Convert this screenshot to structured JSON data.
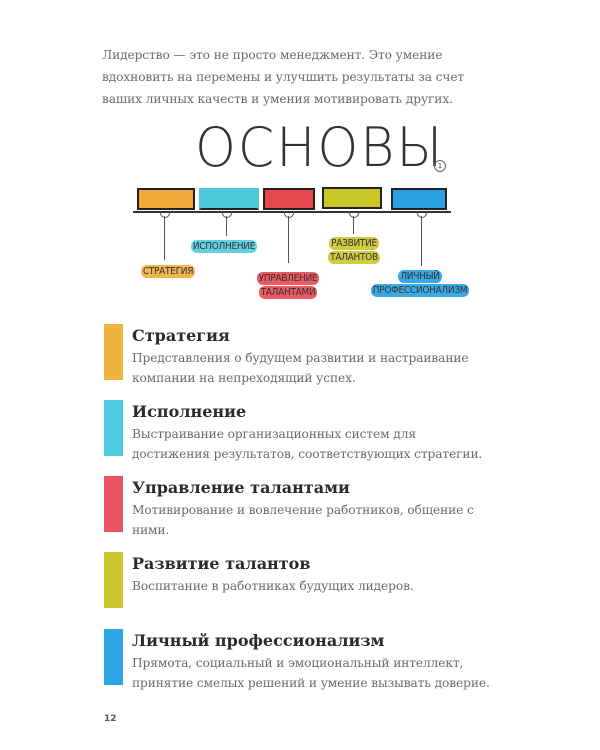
{
  "intro_text": "Лидерство — это не просто менеджмент. Это умение вдохновить на перемены и улучшить результаты за счет ваших личных качеств и умения мотивировать других.",
  "diagram": {
    "title": "ОСНОВЫ",
    "footnote_mark": "1",
    "boxes": [
      {
        "label": "Стратегия",
        "color": "#f2a93b"
      },
      {
        "label": "Исполнение",
        "color": "#4fc8dc"
      },
      {
        "label": "Управление талантами",
        "color": "#e8474f"
      },
      {
        "label": "Развитие талантов",
        "color": "#c9c62a"
      },
      {
        "label": "Личный профессионализм",
        "color": "#2aa0e0"
      }
    ],
    "labels": {
      "strategy": "Стратегия",
      "execution": "Исполнение",
      "talent_mgmt_1": "Управление",
      "talent_mgmt_2": "талантами",
      "talent_dev_1": "Развитие",
      "talent_dev_2": "талантов",
      "personal_1": "Личный",
      "personal_2": "профессионализм"
    }
  },
  "items": [
    {
      "title": "Стратегия",
      "description": "Представления о будущем развитии и настраивание компании на непреходящий успех.",
      "color": "#f0b33f"
    },
    {
      "title": "Исполнение",
      "description": "Выстраивание организационных систем для достижения результатов, соответствующих стратегии.",
      "color": "#4fcbe0"
    },
    {
      "title": "Управление талантами",
      "description": "Мотивирование и вовлечение работников, общение с ними.",
      "color": "#ea5462"
    },
    {
      "title": "Развитие талантов",
      "description": "Воспитание в работниках будущих лидеров.",
      "color": "#cdc72e"
    },
    {
      "title": "Личный профессионализм",
      "description": "Прямота, социальный и эмоциональный интеллект, принятие смелых решений и умение вызывать доверие.",
      "color": "#2ca6e4"
    }
  ],
  "page_number": "12"
}
